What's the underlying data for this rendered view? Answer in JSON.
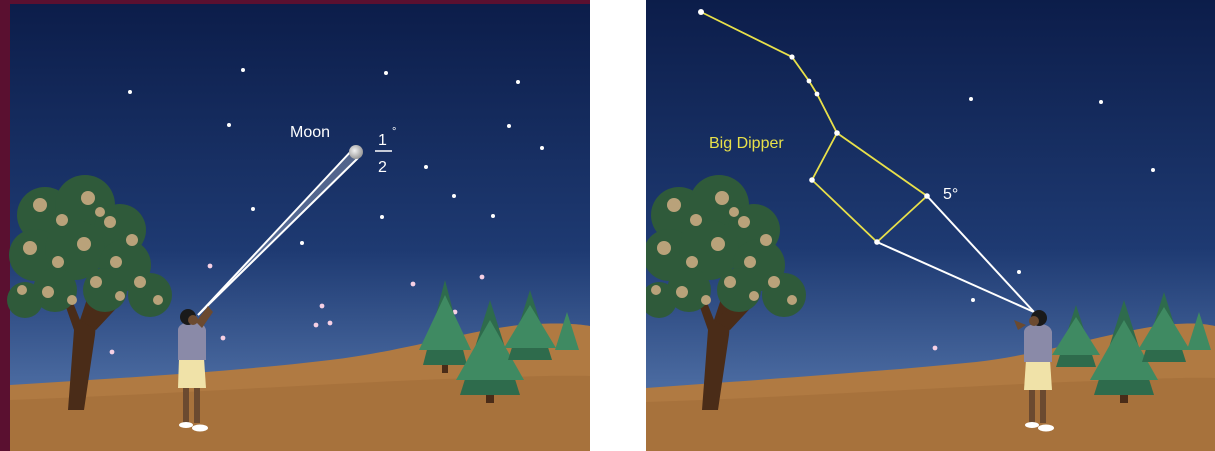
{
  "left_panel": {
    "moon_label": "Moon",
    "angle_numerator": "1",
    "angle_denominator": "2",
    "angle_degree": "°"
  },
  "right_panel": {
    "constellation_label": "Big Dipper",
    "angle_label": "5°"
  },
  "colors": {
    "sky_top": "#0d1f4c",
    "sky_bottom": "#3a5a90",
    "ground": "#b07a42",
    "frame_maroon": "#5a1030",
    "constellation_line": "#e8e04a",
    "sight_line": "#ffffff"
  }
}
